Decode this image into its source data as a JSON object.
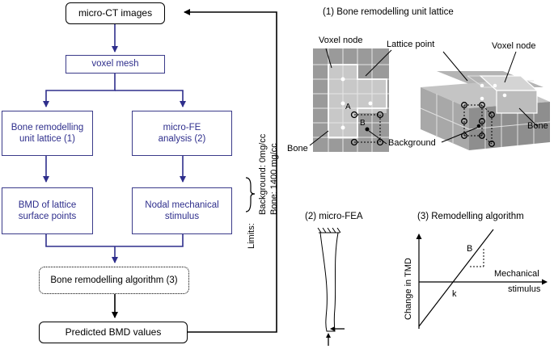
{
  "flowchart": {
    "micro_ct": "micro-CT images",
    "voxel_mesh": "voxel mesh",
    "brul": "Bone remodelling\nunit lattice (1)",
    "mfe": "micro-FE\nanalysis (2)",
    "bmd_lattice": "BMD of lattice\nsurface points",
    "nodal": "Nodal mechanical\nstimulus",
    "algorithm": "Bone remodelling algorithm (3)",
    "predicted": "Predicted BMD values"
  },
  "limits": {
    "prefix": "Limits:",
    "background": "Background: 0mg/cc",
    "bone": "Bone: 1400 mg/cc"
  },
  "panel1": {
    "title": "(1) Bone remodelling unit lattice",
    "voxel_node_2d": "Voxel node",
    "lattice_point": "Lattice point",
    "voxel_node_3d": "Voxel node",
    "bone_2d": "Bone",
    "point_a": "A",
    "point_b": "B",
    "background": "Background",
    "bone_3d": "Bone"
  },
  "panel2": {
    "title": "(2) micro-FEA"
  },
  "panel3": {
    "title": "(3) Remodelling algorithm",
    "ylabel": "Change in TMD",
    "xlabel_line1": "Mechanical",
    "xlabel_line2": "stimulus",
    "point_b": "B",
    "point_k": "k"
  },
  "colors": {
    "flow_arrow": "#2e2e8c",
    "bone_cell": "#c8c8c8",
    "background_cell": "#9a9a9a",
    "grid_line": "#e6e6e6"
  }
}
